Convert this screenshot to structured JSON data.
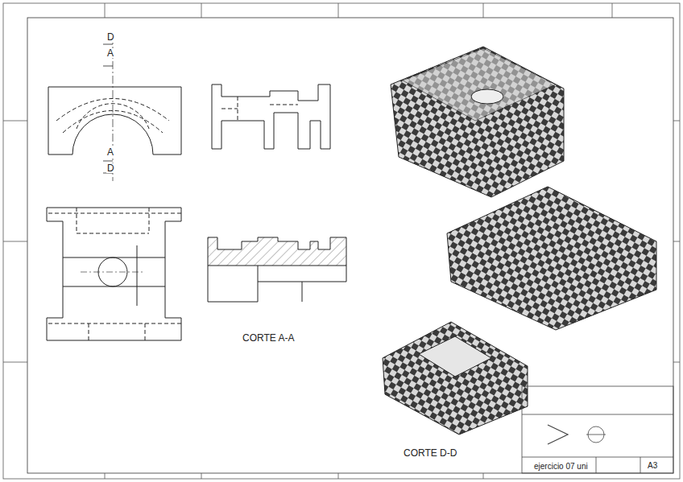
{
  "diagram": {
    "labels": [
      "D",
      "A",
      "A",
      "D",
      "CORTE A-A",
      "CORTE D-D",
      "ejercicio 07 uni",
      "A3"
    ]
  }
}
